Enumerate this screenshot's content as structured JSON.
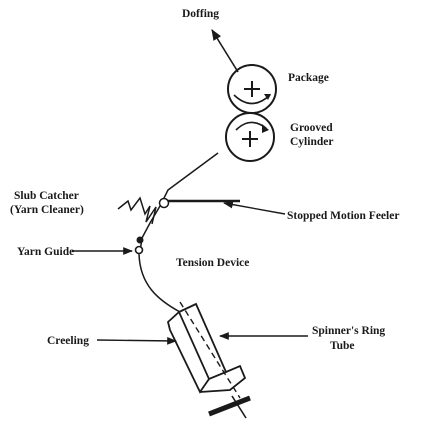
{
  "labels": {
    "doffing": "Doffing",
    "package": "Package",
    "grooved_1": "Grooved",
    "grooved_2": "Cylinder",
    "slub_1": "Slub Catcher",
    "slub_2": "(Yarn Cleaner)",
    "stopped_motion": "Stopped Motion Feeler",
    "yarn_guide": "Yarn Guide",
    "tension": "Tension Device",
    "creeling": "Creeling",
    "ring_1": "Spinner's Ring",
    "ring_2": "Tube"
  },
  "colors": {
    "ink": "#1a1a1a",
    "background": "#ffffff"
  }
}
